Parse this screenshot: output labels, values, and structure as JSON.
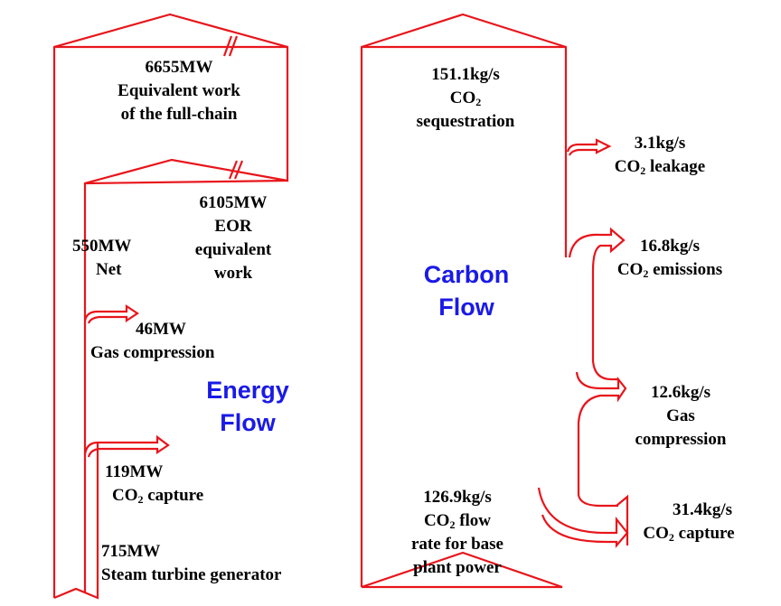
{
  "energy": {
    "title_line1": "Energy",
    "title_line2": "Flow",
    "full_chain": {
      "value": "6655MW",
      "line1": "Equivalent work",
      "line2": "of the full-chain"
    },
    "eor": {
      "value": "6105MW",
      "line1": "EOR",
      "line2": "equivalent",
      "line3": "work"
    },
    "net": {
      "value": "550MW",
      "label": "Net"
    },
    "gas_compression": {
      "value": "46MW",
      "label": "Gas compression"
    },
    "capture": {
      "value": "119MW",
      "pre": "CO",
      "sub": "2",
      "post": " capture"
    },
    "turbine": {
      "value": "715MW",
      "label": "Steam turbine generator"
    }
  },
  "carbon": {
    "title_line1": "Carbon",
    "title_line2": "Flow",
    "sequestration": {
      "value": "151.1kg/s",
      "pre": "CO",
      "sub": "2",
      "label": "sequestration"
    },
    "leakage": {
      "value": "3.1kg/s",
      "pre": "CO",
      "sub": "2",
      "post": " leakage"
    },
    "emissions": {
      "value": "16.8kg/s",
      "pre": "CO",
      "sub": "2",
      "post": " emissions"
    },
    "gas_compression": {
      "value": "12.6kg/s",
      "line1": "Gas",
      "line2": "compression"
    },
    "capture": {
      "value": "31.4kg/s",
      "pre": "CO",
      "sub": "2",
      "post": " capture"
    },
    "base_flow": {
      "value": "126.9kg/s",
      "pre": "CO",
      "sub": "2",
      "post": " flow",
      "line3": "rate for base",
      "line4": "plant power"
    }
  },
  "colors": {
    "flow_line": "#e8151b",
    "title_text": "#1a1ae6",
    "label_text": "#000000"
  }
}
